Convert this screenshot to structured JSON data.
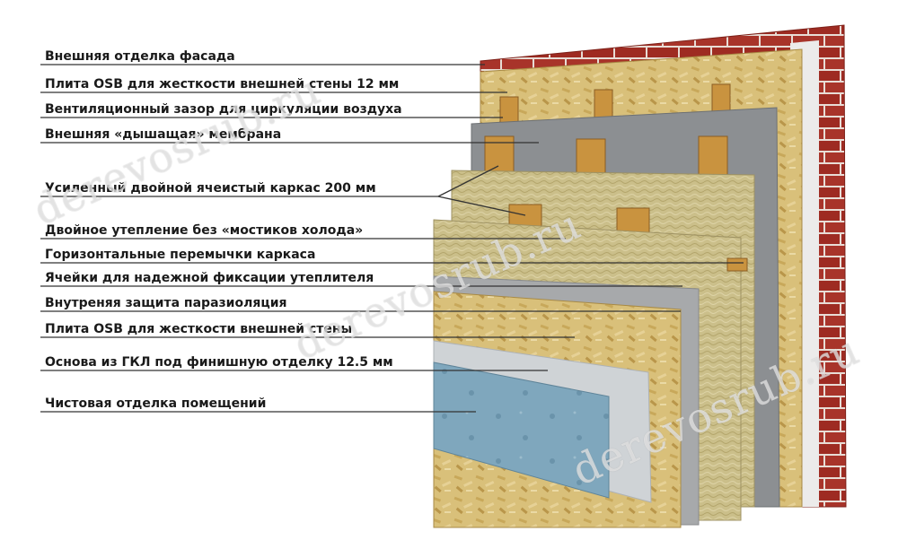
{
  "labels": [
    "Внешняя отделка фасада",
    "Плита OSB для жесткости внешней стены 12 мм",
    "Вентиляционный зазор для циркуляции воздуха",
    "Внешняя «дышащая» мембрана",
    "Усиленный двойной ячеистый каркас 200 мм",
    "Двойное утепление без «мостиков холода»",
    "Горизонтальные перемычки каркаса",
    "Ячейки для надежной фиксации утеплителя",
    "Внутреняя защита паразиоляция",
    "Плита OSB для жесткости внешней стены",
    "Основа из ГКЛ под финишную отделку 12.5 мм",
    "Чистовая отделка помещений"
  ],
  "watermark": "derevosrub.ru",
  "colors": {
    "brick": "#9e2b22",
    "mortar": "#e8ddd6",
    "osb": "#d9c07a",
    "membrane": "#8c8f92",
    "insulation": "#c9c08c",
    "timber": "#c9933f",
    "vapor_barrier": "#a7a9ab",
    "drywall": "#cfd3d6",
    "finish": "#7fa7bd",
    "leader_line": "#333333"
  }
}
